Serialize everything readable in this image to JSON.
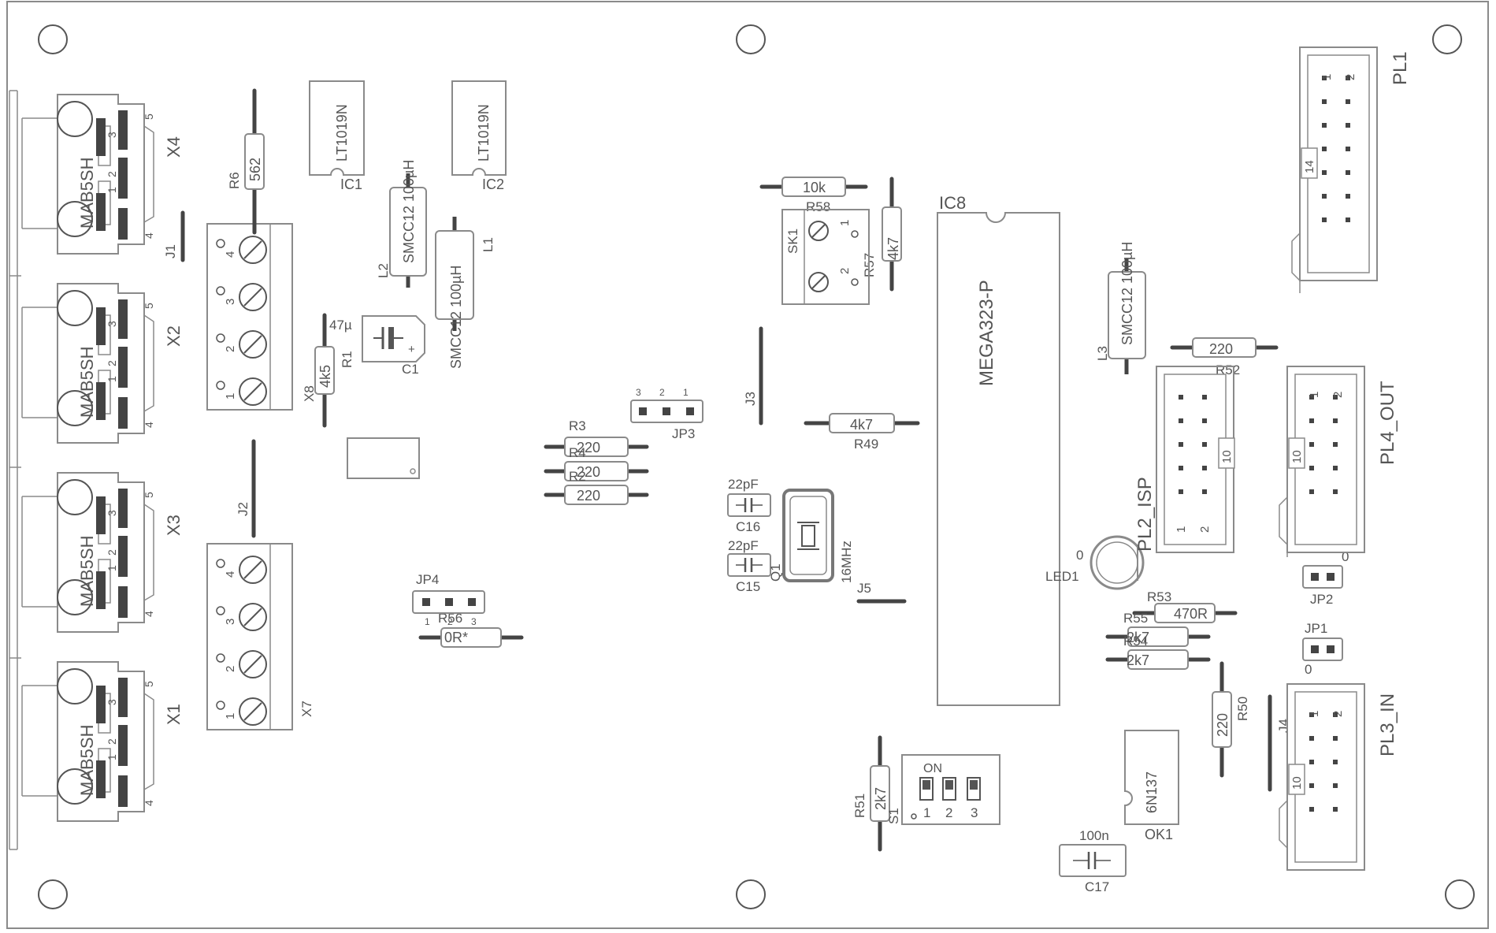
{
  "connectors": {
    "x1": {
      "name": "X1",
      "part": "MAB5SH",
      "pins": [
        "1",
        "2",
        "3",
        "4",
        "5"
      ]
    },
    "x2": {
      "name": "X2",
      "part": "MAB5SH",
      "pins": [
        "1",
        "2",
        "3",
        "4",
        "5"
      ]
    },
    "x3": {
      "name": "X3",
      "part": "MAB5SH",
      "pins": [
        "1",
        "2",
        "3",
        "4",
        "5"
      ]
    },
    "x4": {
      "name": "X4",
      "part": "MAB5SH",
      "pins": [
        "1",
        "2",
        "3",
        "4",
        "5"
      ]
    }
  },
  "terminals": {
    "x8": {
      "name": "X8",
      "pins": [
        "1",
        "2",
        "3",
        "4"
      ]
    },
    "x7": {
      "name": "X7",
      "pins": [
        "1",
        "2",
        "3",
        "4"
      ]
    }
  },
  "jumpers_wire": {
    "j1": "J1",
    "j2": "J2",
    "j3": "J3",
    "j4": "J4",
    "j5": "J5"
  },
  "pin_headers": {
    "jp3": {
      "name": "JP3",
      "pins": [
        "3",
        "2",
        "1"
      ]
    },
    "jp4": {
      "name": "JP4",
      "pins": [
        "1",
        "2",
        "3"
      ]
    },
    "jp1": {
      "name": "JP1",
      "label": "0"
    },
    "jp2": {
      "name": "JP2",
      "label": "0"
    }
  },
  "ics": {
    "ic1": {
      "name": "IC1",
      "part": "LT1019N"
    },
    "ic2": {
      "name": "IC2",
      "part": "LT1019N"
    },
    "ic8": {
      "name": "IC8",
      "part": "MEGA323-P"
    },
    "ok1": {
      "name": "OK1",
      "part": "6N137"
    }
  },
  "inductors": {
    "l1": {
      "name": "L1",
      "value": "SMCC12 100µH"
    },
    "l2": {
      "name": "L2",
      "value": "SMCC12 100µH"
    },
    "l3": {
      "name": "L3",
      "value": "SMCC12 100µH"
    }
  },
  "capacitors": {
    "c1": {
      "name": "C1",
      "value": "47µ"
    },
    "c15": {
      "name": "C15",
      "value": "22pF"
    },
    "c16": {
      "name": "C16",
      "value": "22pF"
    },
    "c17": {
      "name": "C17",
      "value": "100n"
    }
  },
  "resistors": {
    "r1": {
      "name": "R1",
      "value": "4k5"
    },
    "r2": {
      "name": "R2",
      "value": "220"
    },
    "r3": {
      "name": "R3",
      "value": "220"
    },
    "r4": {
      "name": "R4",
      "value": "220"
    },
    "r6": {
      "name": "R6",
      "value": "562"
    },
    "r49": {
      "name": "R49",
      "value": "4k7"
    },
    "r50": {
      "name": "R50",
      "value": "220"
    },
    "r51": {
      "name": "R51",
      "value": "2k7"
    },
    "r52": {
      "name": "R52",
      "value": "220"
    },
    "r53": {
      "name": "R53",
      "value": "470R"
    },
    "r54": {
      "name": "R54",
      "value": "2k7"
    },
    "r55": {
      "name": "R55",
      "value": "2k7"
    },
    "r56": {
      "name": "R56",
      "value": "0R*"
    },
    "r57": {
      "name": "R57",
      "value": "4k7"
    },
    "r58": {
      "name": "R58",
      "value": "10k"
    }
  },
  "misc": {
    "sk1": {
      "name": "SK1",
      "pin1": "1",
      "pin2": "2"
    },
    "q1": {
      "name": "Q1",
      "value": "16MHz"
    },
    "led1": {
      "name": "LED1",
      "label": "0"
    },
    "s1": {
      "name": "S1",
      "on": "ON",
      "switches": [
        "1",
        "2",
        "3"
      ]
    }
  },
  "headers": {
    "pl1": {
      "name": "PL1",
      "pin1": "1",
      "pin2": "2",
      "pin_last": "14"
    },
    "pl2": {
      "name": "PL2_ISP",
      "pin1": "1",
      "pin2": "2",
      "pin_last": "10"
    },
    "pl3": {
      "name": "PL3_IN",
      "pin1": "1",
      "pin2": "2",
      "pin_last": "10"
    },
    "pl4": {
      "name": "PL4_OUT",
      "pin1": "1",
      "pin2": "2",
      "pin_last": "10"
    }
  },
  "colors": {
    "outline": "#8a8a8a",
    "pad": "#444444",
    "text": "#555555"
  }
}
